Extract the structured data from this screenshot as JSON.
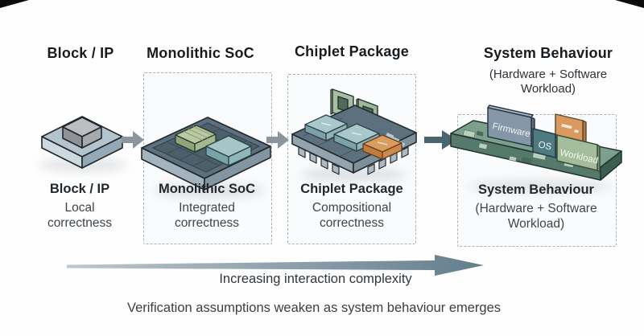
{
  "stages": [
    {
      "title": "Block / IP",
      "label": "Block / IP",
      "sub1": "Local",
      "sub2": "correctness"
    },
    {
      "title": "Monolithic SoC",
      "label": "Monolithic SoC",
      "sub1": "Integrated",
      "sub2": "correctness"
    },
    {
      "title": "Chiplet Package",
      "label": "Chiplet Package",
      "sub1": "Compositional",
      "sub2": "correctness"
    },
    {
      "title": "System Behaviour",
      "label": "System Behaviour",
      "sub1": "(Hardware + Software",
      "sub2": "Workload)",
      "header_sub1": "(Hardware + Software",
      "header_sub2": "Workload)"
    }
  ],
  "system_panels": {
    "firmware": "Firmware",
    "os": "OS",
    "workload": "Workload"
  },
  "bottom": {
    "axis_label": "Increasing interaction complexity",
    "caption": "Verification assumptions weaken as system behaviour emerges"
  },
  "colors": {
    "slab_slate": "#5c6f7c",
    "die_green": "#b9caa1",
    "die_teal": "#a6c5c8",
    "die_orange": "#db9c60",
    "board_green": "#7ba08d",
    "panel_firmware": "#8496a8",
    "panel_os": "#4f7a82",
    "panel_workload": "#a3bd9a",
    "panel_orange": "#d9995f",
    "arrow_gray": "#8b959d",
    "arrow_dark_teal": "#49666e",
    "axis_arrow_gradient_end": "#647e8d",
    "dashed_border": "#a9b2b9",
    "text_dark": "#171c20"
  }
}
